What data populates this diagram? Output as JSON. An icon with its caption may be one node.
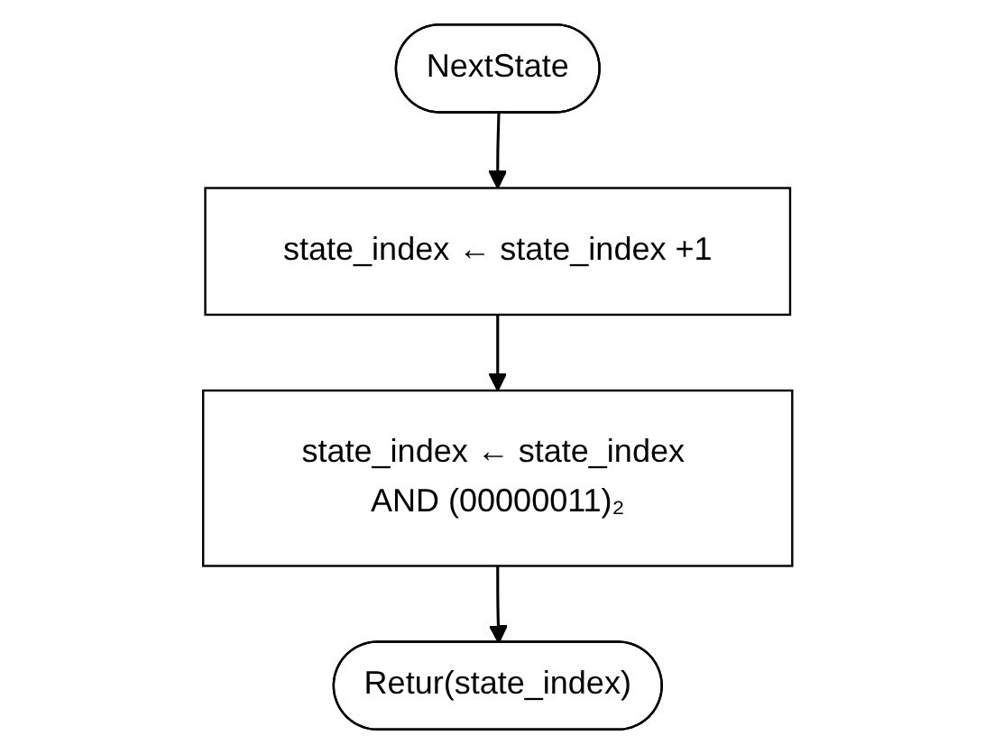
{
  "diagram": {
    "nodes": [
      {
        "text": [
          "NextState"
        ]
      },
      {
        "text": [
          "state_index ← state_index +1"
        ]
      },
      {
        "text": [
          "state_index ← state_index AND (00000011)₂"
        ]
      },
      {
        "text": [
          "Retur(state_index)"
        ]
      }
    ],
    "edges": [
      {
        "from": 0,
        "to": 1,
        "arrow": "to"
      },
      {
        "from": 1,
        "to": 2,
        "arrow": "to"
      },
      {
        "from": 2,
        "to": 3,
        "arrow": "to"
      }
    ]
  }
}
